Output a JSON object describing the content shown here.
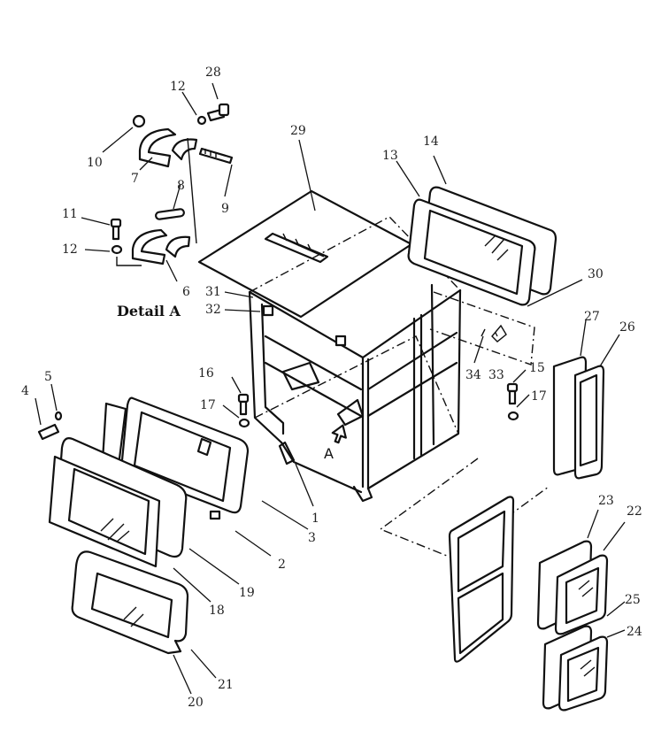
{
  "detail_label": "Detail A",
  "view_arrow_label": "A",
  "callouts": [
    {
      "id": "1",
      "text": "1"
    },
    {
      "id": "2",
      "text": "2"
    },
    {
      "id": "3",
      "text": "3"
    },
    {
      "id": "4",
      "text": "4"
    },
    {
      "id": "5",
      "text": "5"
    },
    {
      "id": "6",
      "text": "6"
    },
    {
      "id": "7",
      "text": "7"
    },
    {
      "id": "8",
      "text": "8"
    },
    {
      "id": "9",
      "text": "9"
    },
    {
      "id": "10",
      "text": "10"
    },
    {
      "id": "11",
      "text": "11"
    },
    {
      "id": "12a",
      "text": "12"
    },
    {
      "id": "12b",
      "text": "12"
    },
    {
      "id": "13",
      "text": "13"
    },
    {
      "id": "14",
      "text": "14"
    },
    {
      "id": "15",
      "text": "15"
    },
    {
      "id": "16",
      "text": "16"
    },
    {
      "id": "17a",
      "text": "17"
    },
    {
      "id": "17b",
      "text": "17"
    },
    {
      "id": "18",
      "text": "18"
    },
    {
      "id": "19",
      "text": "19"
    },
    {
      "id": "20",
      "text": "20"
    },
    {
      "id": "21",
      "text": "21"
    },
    {
      "id": "22",
      "text": "22"
    },
    {
      "id": "23",
      "text": "23"
    },
    {
      "id": "24",
      "text": "24"
    },
    {
      "id": "25",
      "text": "25"
    },
    {
      "id": "26",
      "text": "26"
    },
    {
      "id": "27",
      "text": "27"
    },
    {
      "id": "28",
      "text": "28"
    },
    {
      "id": "29",
      "text": "29"
    },
    {
      "id": "30",
      "text": "30"
    },
    {
      "id": "31",
      "text": "31"
    },
    {
      "id": "32",
      "text": "32"
    },
    {
      "id": "33",
      "text": "33"
    },
    {
      "id": "34",
      "text": "34"
    }
  ]
}
